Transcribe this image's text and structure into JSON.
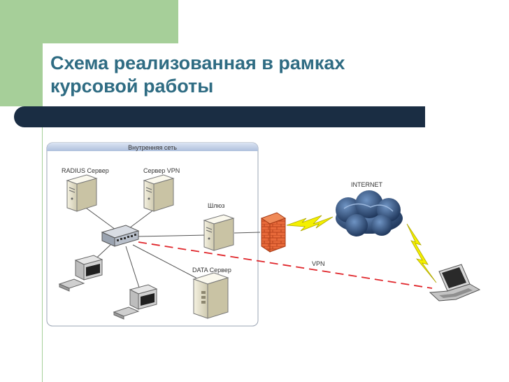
{
  "slide": {
    "title": "Схема реализованная в рамках\nкурсовой работы"
  },
  "diagram": {
    "group_label": "Внутренняя сеть",
    "nodes": {
      "radius_server": "RADIUS Сервер",
      "vpn_server": "Сервер VPN",
      "gateway": "Шлюз",
      "data_server": "DATA Сервер",
      "internet": "INTERNET",
      "vpn_link": "VPN"
    },
    "colors": {
      "vpn_line": "#e0262b",
      "firewall": "#e86a3a",
      "lightning": "#f4f000",
      "cloud": "#2a4a72",
      "title_text": "#2f6c83",
      "accent_bar": "#1a2d43",
      "deco_green": "#a6cf99"
    },
    "icons": [
      "server-icon",
      "switch-icon",
      "monitor-icon",
      "firewall-icon",
      "cloud-icon",
      "lightning-icon",
      "laptop-icon"
    ]
  }
}
